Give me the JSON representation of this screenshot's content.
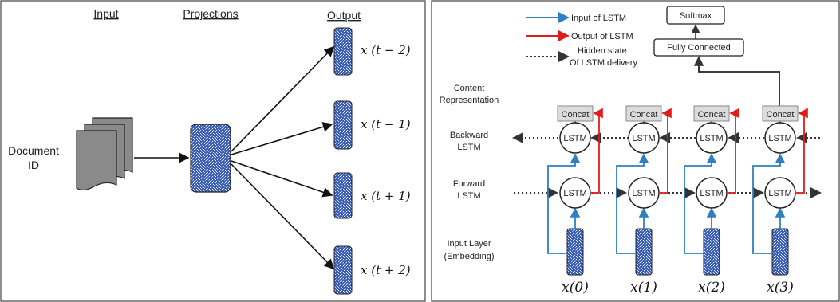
{
  "left": {
    "headers": {
      "input": "Input",
      "projections": "Projections",
      "output": "Output"
    },
    "document_label_line1": "Document",
    "document_label_line2": "ID",
    "outputs": [
      "x (t − 2)",
      "x (t − 1)",
      "x (t + 1)",
      "x (t + 2)"
    ]
  },
  "right": {
    "legend": {
      "input": "Input of LSTM",
      "output": "Output of LSTM",
      "hidden_line1": "Hidden state",
      "hidden_line2": "Of LSTM delivery"
    },
    "softmax": "Softmax",
    "fully_connected": "Fully Connected",
    "row_labels": {
      "content_line1": "Content",
      "content_line2": "Representation",
      "backward_line1": "Backward",
      "backward_line2": "LSTM",
      "forward_line1": "Forward",
      "forward_line2": "LSTM",
      "input_line1": "Input Layer",
      "input_line2": "(Embedding)"
    },
    "concat_label": "Concat",
    "lstm_label": "LSTM",
    "inputs": [
      "x(0)",
      "x(1)",
      "x(2)",
      "x(3)"
    ]
  },
  "colors": {
    "input_arrow": "#2f7fc1",
    "output_arrow": "#e21b1b",
    "embedding_fill": "#3d5fb5",
    "concat_fill": "#dcdcdc",
    "document_fill": "#8a8a8a"
  }
}
